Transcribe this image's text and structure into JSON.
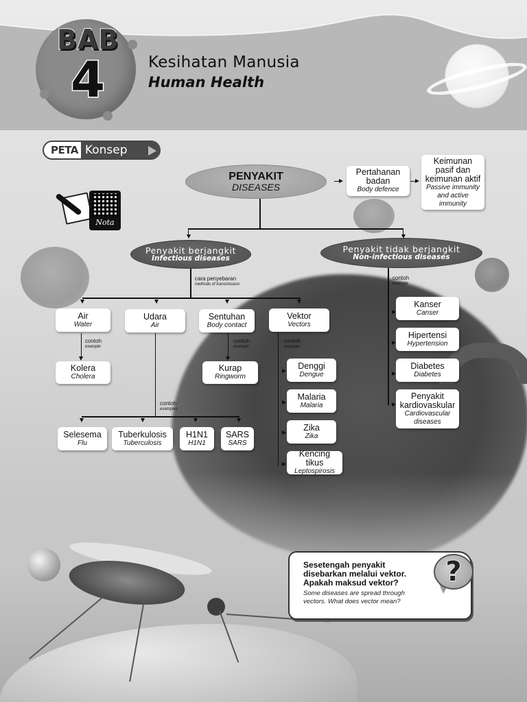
{
  "header": {
    "chapter_label": "BAB",
    "chapter_number": "4",
    "title_ms": "Kesihatan Manusia",
    "title_en": "Human Health"
  },
  "badge": {
    "peta": "PETA",
    "konsep": "Konsep"
  },
  "nota": {
    "label": "Nota",
    "icon": "qr-code-notepad-icon"
  },
  "concept_map": {
    "root": {
      "ms": "PENYAKIT",
      "en": "DISEASES"
    },
    "body_defence": {
      "ms": "Pertahanan badan",
      "en": "Body defence"
    },
    "immunity": {
      "ms": "Keimunan pasif dan keimunan aktif",
      "en": "Passive immunity and active immunity"
    },
    "infectious": {
      "ms": "Penyakit berjangkit",
      "en": "Infectious diseases"
    },
    "non_infectious": {
      "ms": "Penyakit tidak berjangkit",
      "en": "Non-infectious diseases"
    },
    "transmission_label": {
      "ms": "cara penyebaran",
      "en": "methods of transmission"
    },
    "example_label": {
      "ms": "contoh",
      "en": "example"
    },
    "examples_label": {
      "ms": "contoh",
      "en": "examples"
    },
    "transmission": [
      {
        "ms": "Air",
        "en": "Water"
      },
      {
        "ms": "Udara",
        "en": "Air"
      },
      {
        "ms": "Sentuhan",
        "en": "Body contact"
      },
      {
        "ms": "Vektor",
        "en": "Vectors"
      }
    ],
    "water_examples": [
      {
        "ms": "Kolera",
        "en": "Cholera"
      }
    ],
    "contact_examples": [
      {
        "ms": "Kurap",
        "en": "Ringworm"
      }
    ],
    "air_examples": [
      {
        "ms": "Selesema",
        "en": "Flu"
      },
      {
        "ms": "Tuberkulosis",
        "en": "Tuberculosis"
      },
      {
        "ms": "H1N1",
        "en": "H1N1"
      },
      {
        "ms": "SARS",
        "en": "SARS"
      }
    ],
    "vector_examples": [
      {
        "ms": "Denggi",
        "en": "Dengue"
      },
      {
        "ms": "Malaria",
        "en": "Malaria"
      },
      {
        "ms": "Zika",
        "en": "Zika"
      },
      {
        "ms": "Kencing tikus",
        "en": "Leptospirosis"
      }
    ],
    "non_infectious_examples": [
      {
        "ms": "Kanser",
        "en": "Canser"
      },
      {
        "ms": "Hipertensi",
        "en": "Hypertension"
      },
      {
        "ms": "Diabetes",
        "en": "Diabetes"
      },
      {
        "ms": "Penyakit kardiovaskular",
        "en": "Cardiovascular diseases"
      }
    ]
  },
  "question": {
    "ms": "Sesetengah penyakit disebarkan melalui vektor. Apakah maksud vektor?",
    "en": "Some diseases are spread through vectors. What does vector mean?",
    "icon_glyph": "?"
  },
  "colors": {
    "dark_ellipse": "#4e4e4e",
    "root_ellipse": "#a8a8a8",
    "box_bg": "#ffffff",
    "text": "#111111"
  }
}
